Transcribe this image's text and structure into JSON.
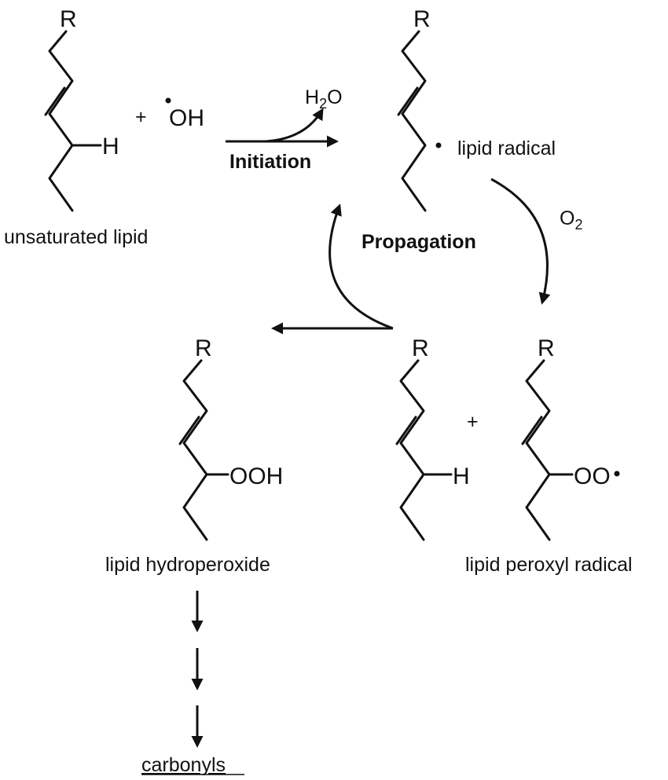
{
  "atoms": {
    "r": "R",
    "h": "H",
    "hydroxyl": "OH",
    "hydroperoxy": "OOH",
    "peroxy": "OO",
    "plus": "+"
  },
  "labels": {
    "unsaturated_lipid": "unsaturated lipid",
    "lipid_radical": "lipid radical",
    "lipid_hydroperoxide": "lipid hydroperoxide",
    "lipid_peroxyl_radical": "lipid peroxyl radical",
    "carbonyls": "carbonyls"
  },
  "steps": {
    "initiation": "Initiation",
    "propagation": "Propagation"
  },
  "reagents": {
    "water_main": "H",
    "water_sub": "2",
    "water_end": "O",
    "oxygen_main": "O",
    "oxygen_sub": "2"
  }
}
